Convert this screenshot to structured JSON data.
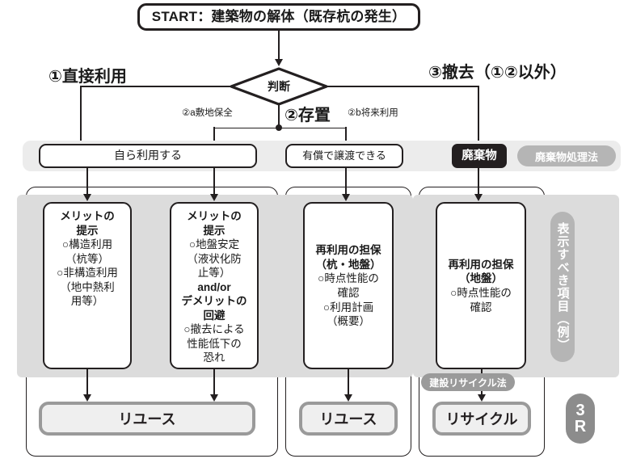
{
  "diagram": {
    "start_label": "START：建築物の解体（既存杭の発生）",
    "decision_label": "判断",
    "branches": {
      "b1": "①直接利用",
      "b2": "②存置",
      "b3": "③撤去（①②以外）",
      "b2a": "②a敷地保全",
      "b2b": "②b将来利用"
    },
    "row2": {
      "use_self": "自ら利用する",
      "transfer_paid": "有償で譲渡できる",
      "waste": "廃棄物",
      "waste_law": "廃棄物処理法"
    },
    "details": {
      "d1": {
        "head1": "メリットの",
        "head2": "提示",
        "lines": [
          "○構造利用",
          "（杭等）",
          "○非構造利用",
          "（地中熱利",
          "用等）"
        ]
      },
      "d2": {
        "head1": "メリットの",
        "head2": "提示",
        "lines1": [
          "○地盤安定",
          "（液状化防",
          "止等）"
        ],
        "andor": "and/or",
        "head3": "デメリットの",
        "head4": "回避",
        "lines2": [
          "○撤去による",
          "性能低下の",
          "恐れ"
        ]
      },
      "d3": {
        "head1": "再利用の担保",
        "head2": "（杭・地盤）",
        "lines": [
          "○時点性能の",
          "確認",
          "○利用計画",
          "（概要）"
        ]
      },
      "d4": {
        "head1": "再利用の担保",
        "head2": "（地盤）",
        "lines": [
          "○時点性能の",
          "確認"
        ]
      }
    },
    "outputs": {
      "o1": "リユース",
      "o2": "リユース",
      "o3": "リサイクル",
      "recycle_law": "建設リサイクル法"
    },
    "side": {
      "vertical_label": "表示すべき項目（例）",
      "badge_line1": "3",
      "badge_line2": "R"
    },
    "colors": {
      "ink": "#231f20",
      "band": "#ececec",
      "panel_gray": "#dcdcdc",
      "pill_gray": "#b5b5b5",
      "output_border": "#9a9a9a",
      "output_fill": "#efefef",
      "badge_gray": "#8c8c8c"
    }
  }
}
